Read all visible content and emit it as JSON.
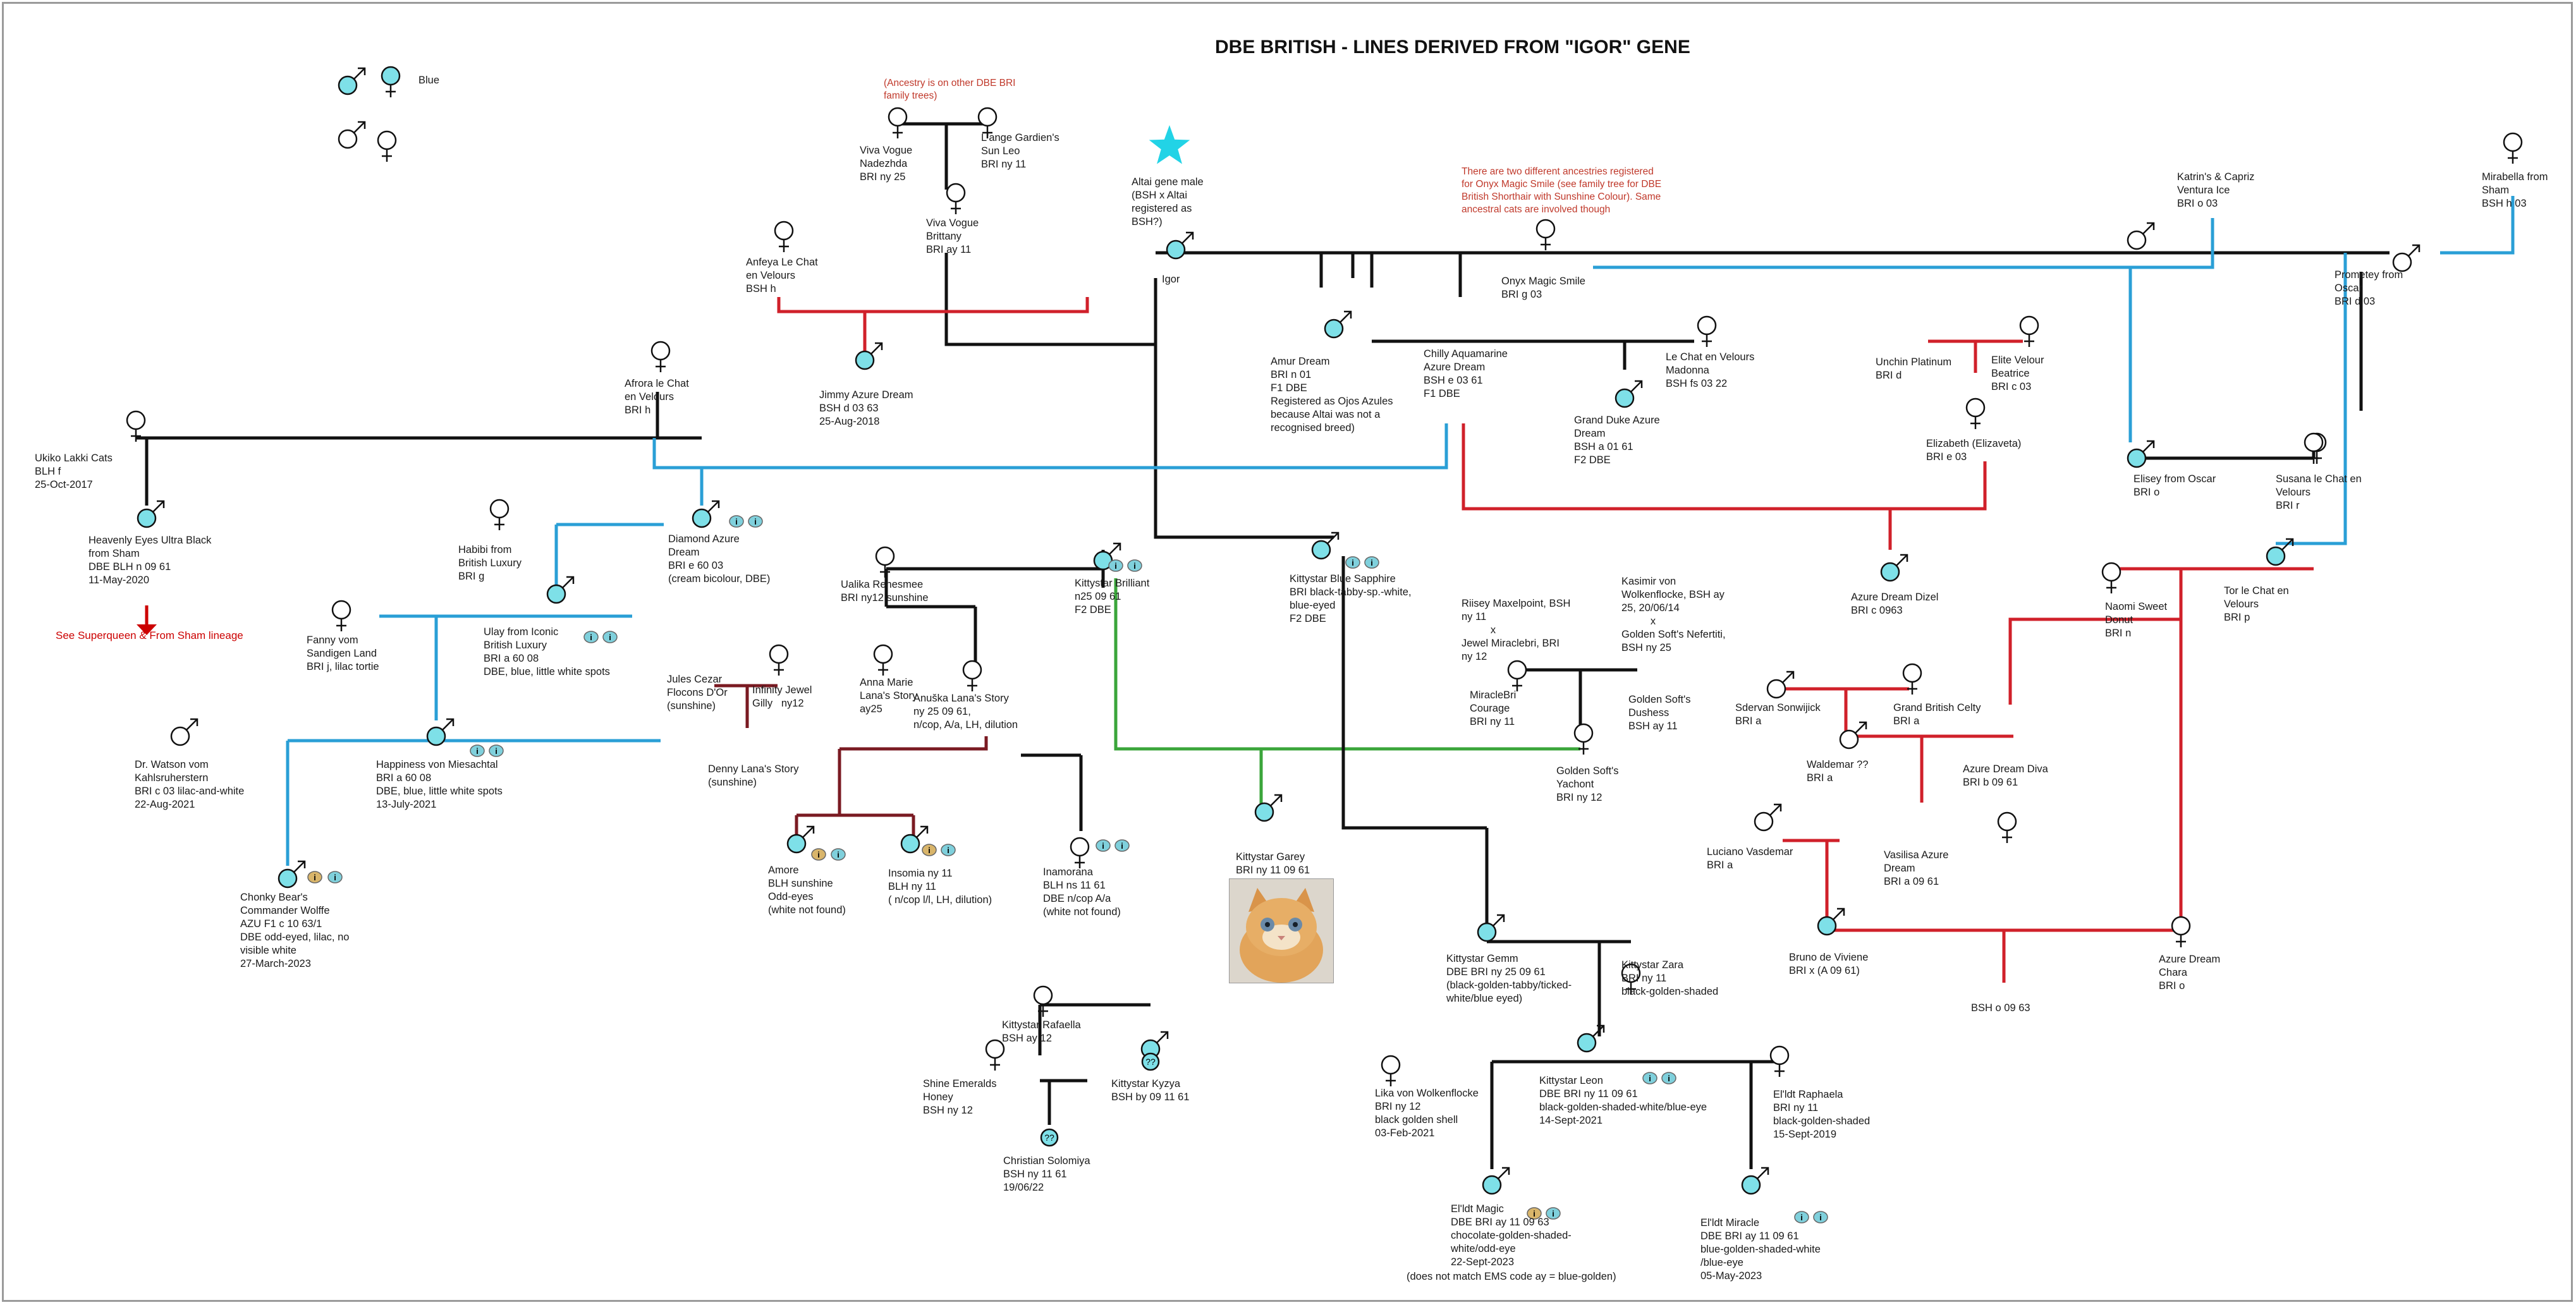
{
  "title": "DBE BRITISH - LINES DERIVED FROM \"IGOR\" GENE",
  "legend": {
    "label": "Blue"
  },
  "notes": {
    "ancestry_other": "(Ancestry is on other DBE BRI\nfamily trees)",
    "onyx_ancestries": "There are two different ancestries registered\nfor Onyx Magic Smile (see family tree for DBE\nBritish Shorthair with Sunshine Colour). Same\nancestral cats are involved though",
    "see_superqueen": "See Superqueen & From Sham lineage",
    "emscode": "(does not match EMS code ay = blue-golden)"
  },
  "cats": {
    "viva_nadezhda": "Viva Vogue\nNadezhda\nBRI ny 25",
    "lange": "L'ange Gardien's\nSun Leo\nBRI ny 11",
    "viva_brittany": "Viva Vogue\nBrittany\nBRI ay 11",
    "altai": "Altai gene male\n(BSH x Altai\nregistered as\nBSH?)",
    "igor": "Igor",
    "anfeya": "Anfeya Le Chat\nen Velours\nBSH h",
    "jimmy": "Jimmy Azure Dream\nBSH d 03 63\n25-Aug-2018",
    "afrora": "Afrora le Chat\nen Velours\nBRI h",
    "amur": "Amur Dream\nBRI n 01\nF1 DBE\nRegistered as Ojos Azules\nbecause Altai was not a\nrecognised breed)",
    "chilly": "Chilly Aquamarine\nAzure Dream\nBSH e 03 61\nF1 DBE",
    "onyx": "Onyx Magic Smile\nBRI g 03",
    "lechat_madonna": "Le Chat en Velours\nMadonna\nBSH fs 03 22",
    "grand_duke": "Grand Duke Azure\nDream\nBSH a 01 61\nF2 DBE",
    "katrin": "Katrin's & Capriz\nVentura Ice\nBRI o 03",
    "mirabella": "Mirabella from\nSham\nBSH h 03",
    "prometey": "Prometey from\nOscar\nBRI d 03",
    "unchin": "Unchin Platinum\nBRI d",
    "elite": "Elite Velour\nBeatrice\nBRI c 03",
    "elizabeth": "Elizabeth (Elizaveta)\nBRI e 03",
    "elisey": "Elisey from Oscar\nBRI o",
    "susana": "Susana le Chat en\nVelours\nBRI r",
    "ukiko": "Ukiko Lakki Cats\nBLH f\n25-Oct-2017",
    "heavenly": "Heavenly Eyes Ultra Black\nfrom Sham\nDBE BLH n 09 61\n11-May-2020",
    "habibi": "Habibi from\nBritish Luxury\nBRI g",
    "diamond": "Diamond Azure\nDream\nBRI e 60 03\n(cream bicolour, DBE)",
    "fanny": "Fanny vom\nSandigen Land\nBRI j, lilac tortie",
    "ulay": "Ulay from Iconic\nBritish Luxury\nBRI a 60 08\nDBE, blue, little white spots",
    "watson": "Dr. Watson vom\nKahlsruherstern\nBRI c 03 lilac-and-white\n22-Aug-2021",
    "happiness": "Happiness von Miesachtal\nBRI a 60 08\nDBE, blue, little white spots\n13-July-2021",
    "chonky": "Chonky Bear's\nCommander Wolffe\nAZU F1 c 10 63/1\nDBE odd-eyed, lilac, no\nvisible white\n27-March-2023",
    "ualika": "Ualika Renesmee\nBRI ny12 sunshine",
    "anna_marie": "Anna Marie\nLana's Story\nay25",
    "anuska": "Anuška Lana's Story\nny 25 09 61,\nn/cop, A/a, LH, dilution",
    "jules": "Jules Cezar\nFlocons D'Or\n(sunshine)",
    "infinity": "Infinity Jewel\nGilly   ny12",
    "denny": "Denny Lana's Story\n(sunshine)",
    "amore": "Amore\nBLH sunshine\nOdd-eyes\n(white not found)",
    "insomia": "Insomia ny 11\nBLH ny 11\n( n/cop l/l, LH, dilution)",
    "kbrilliant": "Kittystar Brilliant\nn25 09 61\nF2 DBE",
    "inamorana": "Inamorana\nBLH ns 11 61\nDBE n/cop A/a\n(white not found)",
    "ksapphire": "Kittystar Blue Sapphire\nBRI black-tabby-sp.-white,\nblue-eyed\nF2 DBE",
    "riisey": "Riisey Maxelpoint, BSH\nny 11\n          x\nJewel Miraclebri, BRI\nny 12",
    "kasimir": "Kasimir von\nWolkenflocke, BSH ay\n25, 20/06/14\n          x\nGolden Soft's Nefertiti,\nBSH ny 25",
    "miraclebri": "MiracleBri\nCourage\nBRI ny 11",
    "dushess": "Golden Soft's\nDushess\nBSH ay 11",
    "yachont": "Golden Soft's\nYachont\nBRI ny 12",
    "garey": "Kittystar Garey\nBRI ny 11 09 61",
    "gemm": "Kittystar Gemm\nDBE BRI ny 25 09 61\n(black-golden-tabby/ticked-\nwhite/blue eyed)",
    "zara": "Kittystar Zara\nBRI ny 11\nblack-golden-shaded",
    "rafaella": "Kittystar Rafaella\nBSH ay 12",
    "shine": "Shine Emeralds\nHoney\nBSH ny 12",
    "kyzya": "Kittystar Kyzya\nBSH by 09 11 61",
    "christian": "Christian Solomiya\nBSH ny 11 61\n19/06/22",
    "lika": "Lika von Wolkenflocke\nBRI ny 12\nblack golden shell\n03-Feb-2021",
    "leon": "Kittystar Leon\nDBE BRI ny 11 09 61\nblack-golden-shaded-white/blue-eye\n14-Sept-2021",
    "raphaela": "El'ldt Raphaela\nBRI ny 11\nblack-golden-shaded\n15-Sept-2019",
    "magic": "El'ldt Magic\nDBE BRI ay 11 09 63\nchocolate-golden-shaded-\nwhite/odd-eye\n22-Sept-2023",
    "miracle": "El'ldt Miracle\nDBE BRI ay 11 09 61\nblue-golden-shaded-white\n/blue-eye\n05-May-2023",
    "azure_dizel": "Azure Dream Dizel\nBRI c 0963",
    "naomi": "Naomi Sweet\nDonut\nBRI n",
    "tor": "Tor le Chat en\nVelours\nBRI p",
    "sdervan": "Sdervan Sonwijick\nBRI a",
    "celty": "Grand British Celty\nBRI a",
    "waldemar": "Waldemar ??\nBRI a",
    "diva": "Azure Dream Diva\nBRI b 09 61",
    "luciano": "Luciano Vasdemar\nBRI a",
    "vasilisa": "Vasilisa Azure\nDream\nBRI a 09 61",
    "bruno": "Bruno de Viviene\nBRI x (A 09 61)",
    "chara": "Azure Dream\nChara\nBRI o",
    "bsh_o": "BSH o 09 63"
  },
  "markers": {
    "unknown": "??",
    "ident": "i"
  },
  "colors": {
    "black": "#111111",
    "red": "#d0202a",
    "blue": "#2a9fd6",
    "green": "#3aa53a",
    "maroon": "#7a1a22",
    "cyan_fill": "#7ee0e8",
    "dbe_badge": "#7fd0dc",
    "star": "#22d3e6",
    "badge_gold": "#d9b56a"
  }
}
